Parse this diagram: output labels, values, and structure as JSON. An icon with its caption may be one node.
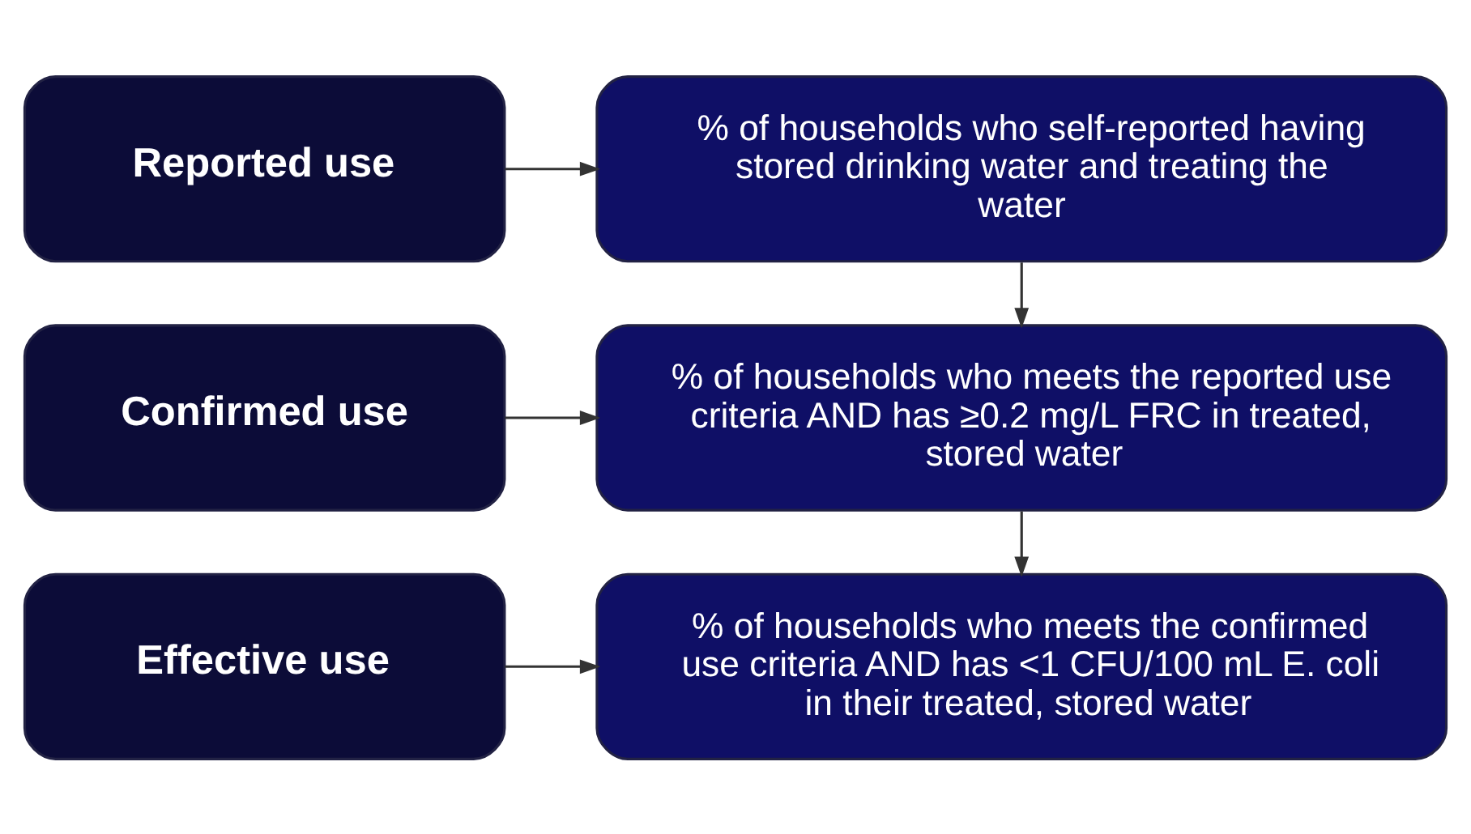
{
  "diagram": {
    "nodes": [
      {
        "text": [
          "Reported use"
        ]
      },
      {
        "text": [
          "% of households who self-reported having stored drinking water and treating the water"
        ]
      },
      {
        "text": [
          "Confirmed use"
        ]
      },
      {
        "text": [
          "% of households who meets the reported use criteria AND has ≥0.2 mg/L FRC in treated, stored water"
        ]
      },
      {
        "text": [
          "Effective use"
        ]
      },
      {
        "text": [
          "% of households who meets the confirmed use criteria AND has <1 CFU/100 mL E. coli in their treated, stored water"
        ]
      }
    ],
    "edges": [
      {
        "from": 0,
        "to": 1,
        "arrow": "to"
      },
      {
        "from": 1,
        "to": 3,
        "arrow": "to"
      },
      {
        "from": 2,
        "to": 3,
        "arrow": "to"
      },
      {
        "from": 3,
        "to": 5,
        "arrow": "to"
      },
      {
        "from": 4,
        "to": 5,
        "arrow": "to"
      }
    ]
  }
}
